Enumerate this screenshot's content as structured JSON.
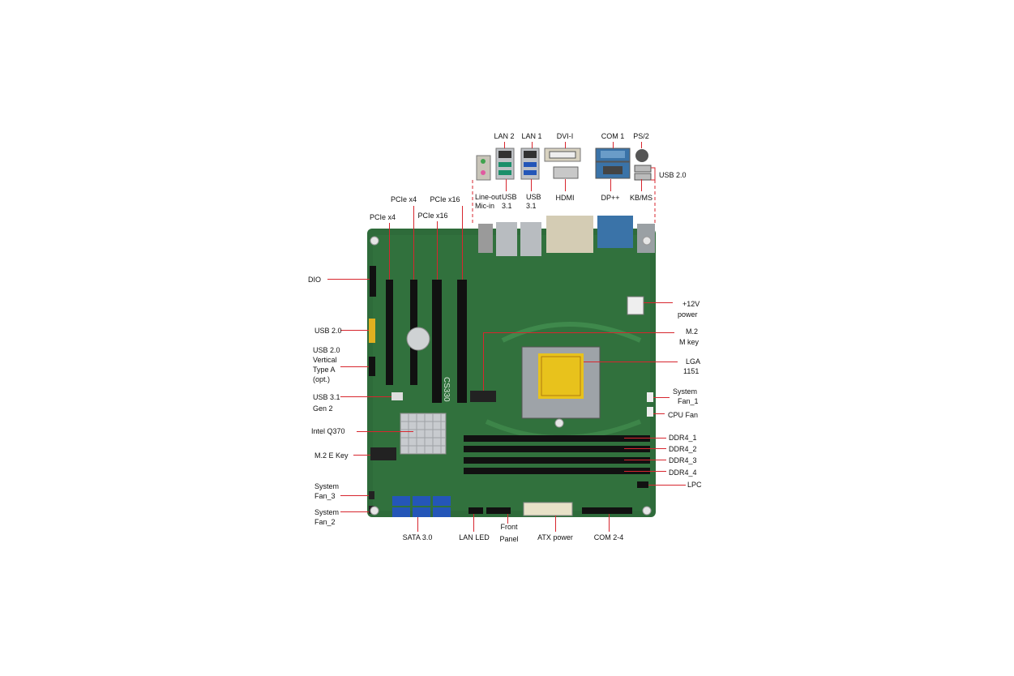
{
  "rear_io": {
    "lan2": "LAN 2",
    "lan1": "LAN 1",
    "dvi": "DVI-I",
    "com1": "COM 1",
    "ps2": "PS/2",
    "usb20_rear": "USB 2.0",
    "lineout": "Line-out",
    "micin": "Mic-in",
    "usb31_a": "USB",
    "usb31_a2": "3.1",
    "usb31_b": "USB",
    "usb31_b2": "3.1",
    "hdmi": "HDMI",
    "dp": "DP++",
    "kbms": "KB/MS"
  },
  "slots": {
    "pcie4_a": "PCIe x4",
    "pcie4_b": "PCIe x4",
    "pcie16_a": "PCIe x16",
    "pcie16_b": "PCIe x16"
  },
  "left": {
    "dio": "DIO",
    "usb20": "USB 2.0",
    "usb20_vertical_1": "USB 2.0",
    "usb20_vertical_2": "Vertical",
    "usb20_vertical_3": "Type  A",
    "usb20_vertical_4": "(opt.)",
    "usb31g2_1": "USB 3.1",
    "usb31g2_2": "Gen 2",
    "chipset": "Intel Q370",
    "m2e": "M.2 E Key",
    "sysfan3_1": "System",
    "sysfan3_2": "Fan_3",
    "sysfan2_1": "System",
    "sysfan2_2": "Fan_2"
  },
  "right": {
    "pwr12_1": "+12V",
    "pwr12_2": "power",
    "m2m_1": "M.2",
    "m2m_2": "M key",
    "lga_1": "LGA",
    "lga_2": "1151",
    "sysfan1_1": "System",
    "sysfan1_2": "Fan_1",
    "cpufan": "CPU Fan",
    "ddr1": "DDR4_1",
    "ddr2": "DDR4_2",
    "ddr3": "DDR4_3",
    "ddr4": "DDR4_4",
    "lpc": "LPC"
  },
  "bottom": {
    "sata": "SATA 3.0",
    "lanled": "LAN LED",
    "front_1": "Front",
    "front_2": "Panel",
    "atx": "ATX power",
    "com24": "COM 2-4"
  },
  "board": {
    "model_text": "CS330",
    "colors": {
      "pcb": "#2e6b3a",
      "pcb_dark": "#1f4d2a",
      "leader": "#d7262e",
      "sata": "#2456b8",
      "dimm": "#111111",
      "header_yellow": "#e0b020"
    }
  }
}
